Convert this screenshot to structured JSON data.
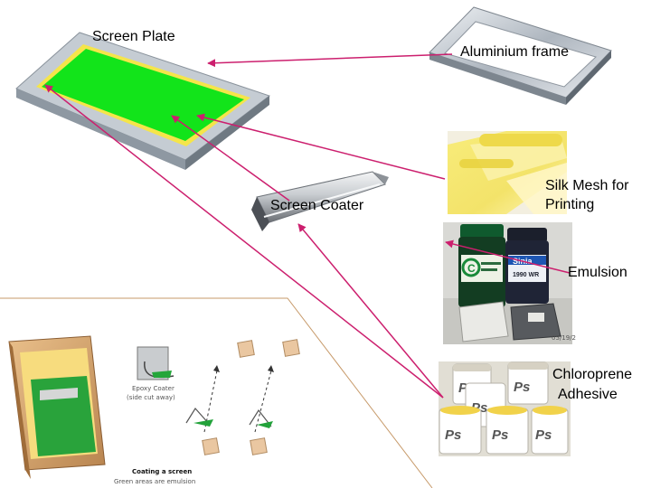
{
  "labels": {
    "screen_plate": "Screen Plate",
    "aluminium_frame": "Aluminium frame",
    "screen_coater": "Screen Coater",
    "silk_mesh_line1": "Silk Mesh for",
    "silk_mesh_line2": "Printing",
    "emulsion": "Emulsion",
    "chloroprene_line1": "Chloroprene",
    "chloroprene_line2": "Adhesive"
  },
  "inset": {
    "coater_line1": "Epoxy Coater",
    "coater_line2": "(side cut away)",
    "caption_title": "Coating a screen",
    "caption_sub": "Green areas are emulsion"
  },
  "jars": {
    "emulsion_left": "C",
    "emulsion_right_brand": "Sinia",
    "emulsion_right_code": "1990 WR",
    "adhesive_logo": "Ps",
    "photo_stamp": "05/19/2"
  },
  "colors": {
    "arrow": "#cc1f6e",
    "frame": "#a9b1b9",
    "emulsion_green": "#11e61a",
    "mesh_yellow": "#f7e34d"
  }
}
